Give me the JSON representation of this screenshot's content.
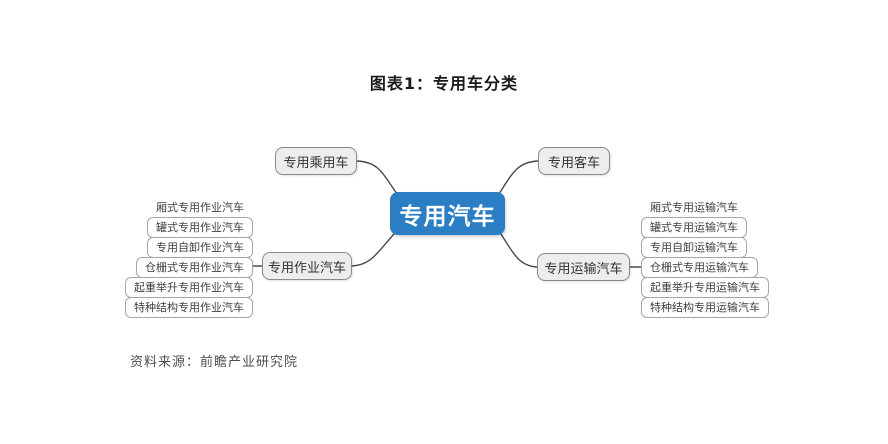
{
  "title": "图表1：专用车分类",
  "source": "资料来源：前瞻产业研究院",
  "colors": {
    "root_fill": "#2b7ec4",
    "root_text": "#ffffff",
    "branch_fill": "#ededed",
    "branch_border": "#8a8a8a",
    "leaf_border": "#a6a6a6",
    "line": "#4a4a4a"
  },
  "diagram": {
    "root": "专用汽车",
    "top_left": "专用乘用车",
    "top_right": "专用客车",
    "left_branch": {
      "label": "专用作业汽车",
      "items": [
        "厢式专用作业汽车",
        "罐式专用作业汽车",
        "专用自卸作业汽车",
        "仓栅式专用作业汽车",
        "起重举升专用作业汽车",
        "特种结构专用作业汽车"
      ]
    },
    "right_branch": {
      "label": "专用运输汽车",
      "items": [
        "厢式专用运输汽车",
        "罐式专用运输汽车",
        "专用自卸运输汽车",
        "仓栅式专用运输汽车",
        "起重举升专用运输汽车",
        "特种结构专用运输汽车"
      ]
    }
  }
}
